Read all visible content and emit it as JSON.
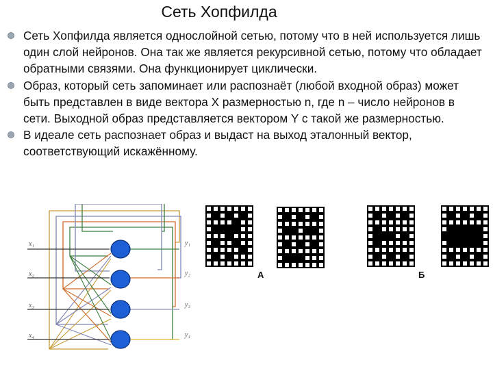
{
  "slide": {
    "title": "Сеть Хопфилда",
    "bullets": [
      "Сеть Хопфилда является однослойной сетью, потому что в ней используется лишь один слой нейронов. Она так же является рекурсивной сетью, потому что обладает обратными связями. Она функционирует циклически.",
      "Образ, который сеть запоминает или распознаёт (любой входной образ) может быть представлен в виде вектора X размерностью n, где n – число нейронов в сети. Выходной образ представляется вектором Y с такой же размерностью.",
      "В идеале сеть распознает образ и выдаст на выход эталонный вектор, соответствующий искажённому."
    ],
    "bullet_icon": "circle-bullet-icon"
  },
  "network": {
    "inputs": [
      "x₁",
      "x₂",
      "x₃",
      "x₄"
    ],
    "outputs": [
      "y₁",
      "y₂",
      "y₃",
      "y₄"
    ],
    "neuron_color": "#1f5fd6",
    "feedback_colors": [
      "#3b7f3b",
      "#d06a2a",
      "#8a8fb5",
      "#e0b63a"
    ]
  },
  "patterns": {
    "label_a": "А",
    "label_b": "Б",
    "bitmaps": [
      [
        "1111111",
        "1010101",
        "1111011",
        "1000011",
        "1110111",
        "1011011",
        "1111101",
        "1010111",
        "1111111"
      ],
      [
        "1111111",
        "1010101",
        "1111111",
        "1001001",
        "1111111",
        "1010101",
        "1111111",
        "1000111",
        "1111111"
      ],
      [
        "1111111",
        "1010101",
        "1111111",
        "1011111",
        "1000101",
        "1011111",
        "1111111",
        "1010101",
        "1111111"
      ],
      [
        "1111111",
        "1010101",
        "1111111",
        "1000001",
        "0000001",
        "1000001",
        "1111111",
        "1010101",
        "1111111"
      ]
    ]
  }
}
